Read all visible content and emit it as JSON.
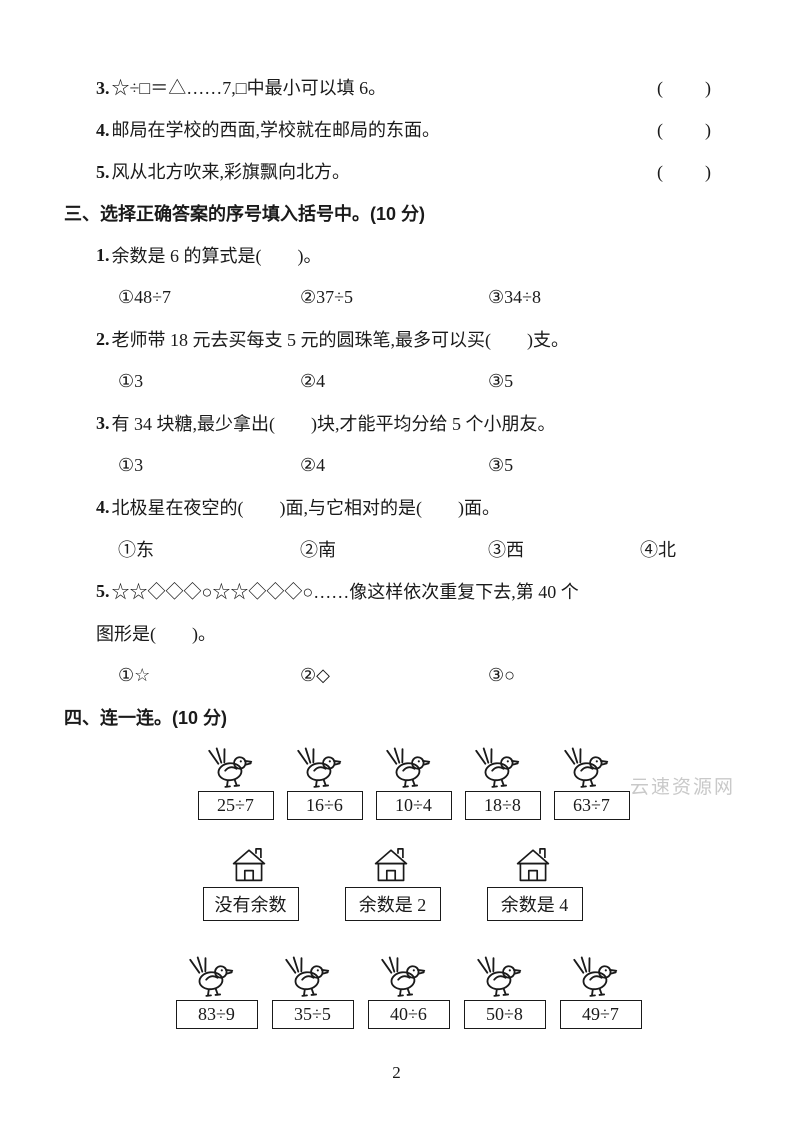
{
  "page": {
    "number": "2",
    "watermark": "云速资源网"
  },
  "truefalse": {
    "items": [
      {
        "num": "3.",
        "text": "☆÷□＝△……7,□中最小可以填 6。",
        "paren": "(　　)"
      },
      {
        "num": "4.",
        "text": "邮局在学校的西面,学校就在邮局的东面。",
        "paren": "(　　)"
      },
      {
        "num": "5.",
        "text": "风从北方吹来,彩旗飘向北方。",
        "paren": "(　　)"
      }
    ]
  },
  "section3": {
    "title": "三、选择正确答案的序号填入括号中。(10 分)",
    "q1": {
      "num": "1.",
      "text": "余数是 6 的算式是(　　)。",
      "options": [
        "①48÷7",
        "②37÷5",
        "③34÷8"
      ]
    },
    "q2": {
      "num": "2.",
      "text": "老师带 18 元去买每支 5 元的圆珠笔,最多可以买(　　)支。",
      "options": [
        "①3",
        "②4",
        "③5"
      ]
    },
    "q3": {
      "num": "3.",
      "text": "有 34 块糖,最少拿出(　　)块,才能平均分给 5 个小朋友。",
      "options": [
        "①3",
        "②4",
        "③5"
      ]
    },
    "q4": {
      "num": "4.",
      "text": "北极星在夜空的(　　)面,与它相对的是(　　)面。",
      "options": [
        "①东",
        "②南",
        "③西",
        "④北"
      ]
    },
    "q5": {
      "num": "5.",
      "line1": "☆☆◇◇◇○☆☆◇◇◇○……像这样依次重复下去,第 40 个",
      "line2": "图形是(　　)。",
      "options": [
        "①☆",
        "②◇",
        "③○"
      ]
    }
  },
  "section4": {
    "title": "四、连一连。(10 分)",
    "top_boxes": [
      "25÷7",
      "16÷6",
      "10÷4",
      "18÷8",
      "63÷7"
    ],
    "middle_boxes": [
      "没有余数",
      "余数是 2",
      "余数是 4"
    ],
    "bottom_boxes": [
      "83÷9",
      "35÷5",
      "40÷6",
      "50÷8",
      "49÷7"
    ]
  }
}
